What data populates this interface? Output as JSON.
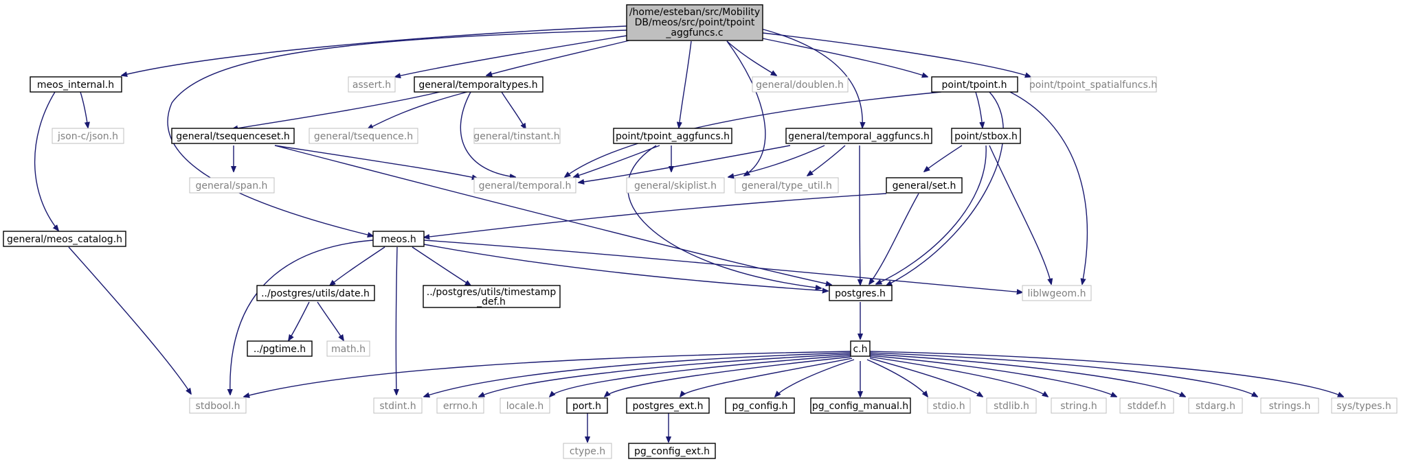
{
  "nodes": {
    "root": [
      "/home/esteban/src/Mobility",
      "DB/meos/src/point/tpoint",
      "_aggfuncs.c"
    ],
    "meos_internal": "meos_internal.h",
    "assert": "assert.h",
    "temporaltypes": "general/temporaltypes.h",
    "doublen": "general/doublen.h",
    "tpoint": "point/tpoint.h",
    "tpoint_spatialfuncs": "point/tpoint_spatialfuncs.h",
    "json": "json-c/json.h",
    "tsequenceset": "general/tsequenceset.h",
    "tsequence": "general/tsequence.h",
    "tinstant": "general/tinstant.h",
    "tpoint_aggfuncs": "point/tpoint_aggfuncs.h",
    "temporal_aggfuncs": "general/temporal_aggfuncs.h",
    "stbox": "point/stbox.h",
    "span": "general/span.h",
    "temporal": "general/temporal.h",
    "skiplist": "general/skiplist.h",
    "type_util": "general/type_util.h",
    "set": "general/set.h",
    "meos_catalog": "general/meos_catalog.h",
    "meos": "meos.h",
    "date": "../postgres/utils/date.h",
    "timestamp": [
      "../postgres/utils/timestamp",
      "_def.h"
    ],
    "postgres": "postgres.h",
    "liblwgeom": "liblwgeom.h",
    "pgtime": "../pgtime.h",
    "math": "math.h",
    "c": "c.h",
    "stdbool": "stdbool.h",
    "stdint": "stdint.h",
    "errno": "errno.h",
    "locale": "locale.h",
    "port": "port.h",
    "postgres_ext": "postgres_ext.h",
    "pg_config": "pg_config.h",
    "pg_config_manual": "pg_config_manual.h",
    "stdio": "stdio.h",
    "stdlib": "stdlib.h",
    "string": "string.h",
    "stddef": "stddef.h",
    "stdarg": "stdarg.h",
    "strings": "strings.h",
    "sys_types": "sys/types.h",
    "ctype": "ctype.h",
    "pg_config_ext": "pg_config_ext.h"
  },
  "colors": {
    "edge": "#191970",
    "root_fill": "#bfbfbf",
    "external_border": "#bfbfbf",
    "external_text": "#808080"
  }
}
